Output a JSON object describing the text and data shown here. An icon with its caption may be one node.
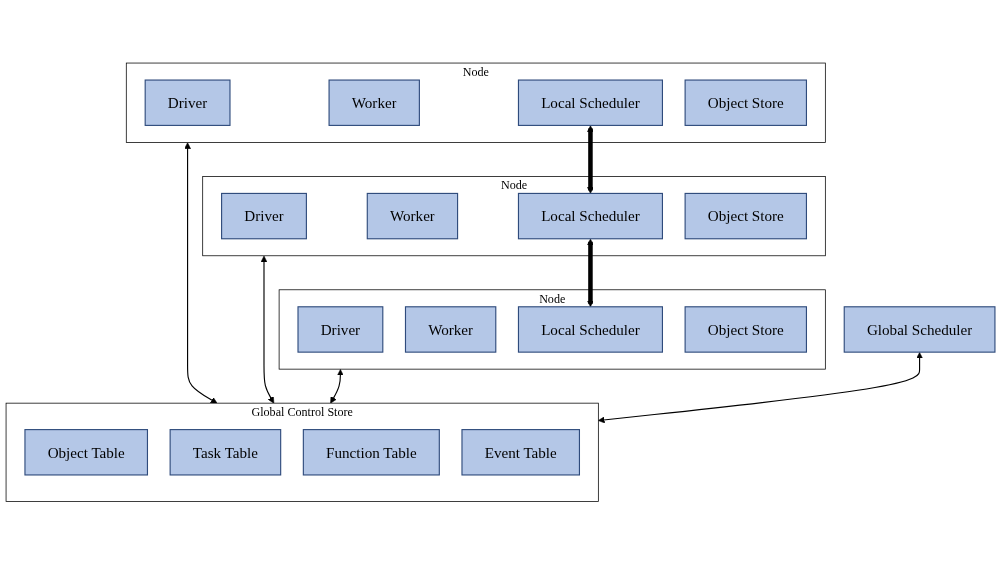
{
  "diagram": {
    "nodes": [
      {
        "text": [
          "Node"
        ]
      },
      {
        "text": [
          "Driver"
        ],
        "in": 0
      },
      {
        "text": [
          "Worker"
        ],
        "in": 0
      },
      {
        "text": [
          "Local Scheduler"
        ],
        "in": 0
      },
      {
        "text": [
          "Object Store"
        ],
        "in": 0
      },
      {
        "text": [
          "Node"
        ]
      },
      {
        "text": [
          "Driver"
        ],
        "in": 5
      },
      {
        "text": [
          "Worker"
        ],
        "in": 5
      },
      {
        "text": [
          "Local Scheduler"
        ],
        "in": 5
      },
      {
        "text": [
          "Object Store"
        ],
        "in": 5
      },
      {
        "text": [
          "Node"
        ]
      },
      {
        "text": [
          "Driver"
        ],
        "in": 10
      },
      {
        "text": [
          "Worker"
        ],
        "in": 10
      },
      {
        "text": [
          "Local Scheduler"
        ],
        "in": 10
      },
      {
        "text": [
          "Object Store"
        ],
        "in": 10
      },
      {
        "text": [
          "Global Control Store"
        ]
      },
      {
        "text": [
          "Object Table"
        ],
        "in": 15
      },
      {
        "text": [
          "Task Table"
        ],
        "in": 15
      },
      {
        "text": [
          "Function Table"
        ],
        "in": 15
      },
      {
        "text": [
          "Event Table"
        ],
        "in": 15
      },
      {
        "text": [
          "Global Scheduler"
        ]
      }
    ],
    "edges": [
      {
        "from": 3,
        "to": 8,
        "arrow": "both",
        "style": "thick"
      },
      {
        "from": 8,
        "to": 13,
        "arrow": "both",
        "style": "thick"
      },
      {
        "from": 0,
        "to": 15,
        "arrow": "both"
      },
      {
        "from": 5,
        "to": 15,
        "arrow": "both"
      },
      {
        "from": 10,
        "to": 15,
        "arrow": "both"
      },
      {
        "from": 20,
        "to": 15,
        "arrow": "both"
      }
    ]
  }
}
